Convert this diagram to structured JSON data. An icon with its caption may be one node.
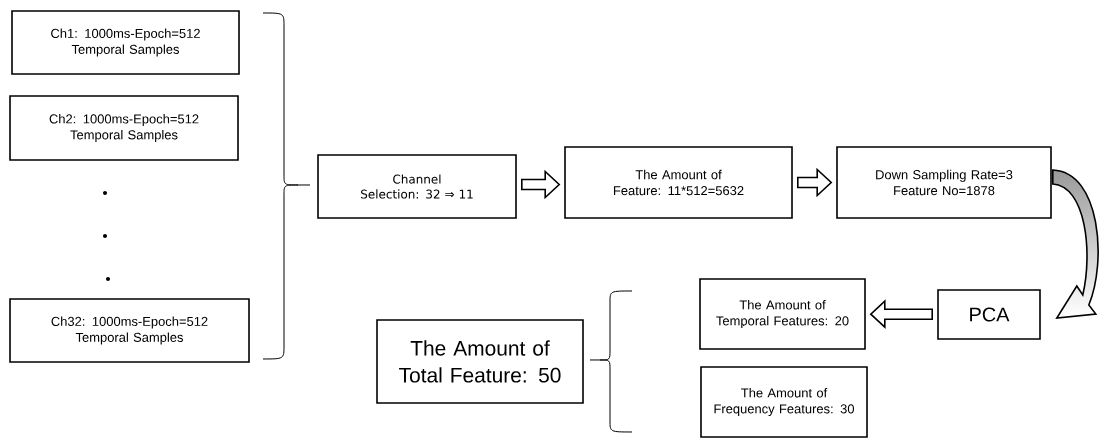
{
  "diagram": {
    "nodes": [
      {
        "text": [
          "Ch1: 1000ms-Epoch=512 Temporal Samples"
        ]
      },
      {
        "text": [
          "Ch2: 1000ms-Epoch=512 Temporal Samples"
        ]
      },
      {
        "text": [
          "Ch32: 1000ms-Epoch=512 Temporal Samples"
        ]
      },
      {
        "text": [
          "Channel Selection: 32 ⇒ 11"
        ]
      },
      {
        "text": [
          "The Amount of Feature: 11*512=5632"
        ]
      },
      {
        "text": [
          "Down Sampling Rate=3 Feature No=1878"
        ]
      },
      {
        "text": [
          "PCA"
        ]
      },
      {
        "text": [
          "The Amount of Temporal Features: 20"
        ]
      },
      {
        "text": [
          "The Amount of Frequency Features: 30"
        ]
      },
      {
        "text": [
          "The Amount of Total Feature: 50"
        ]
      }
    ],
    "edges": [
      {
        "from": 3,
        "to": 4,
        "arrow": "to"
      },
      {
        "from": 4,
        "to": 5,
        "arrow": "to"
      },
      {
        "from": 5,
        "to": 6,
        "arrow": "to"
      },
      {
        "from": 6,
        "to": 7,
        "arrow": "to"
      }
    ]
  }
}
